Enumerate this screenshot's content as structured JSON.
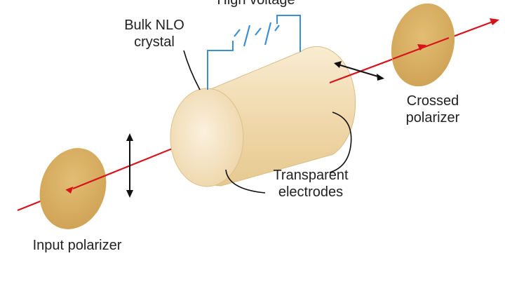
{
  "labels": {
    "high_voltage": "High voltage",
    "crystal": [
      "Bulk NLO",
      "crystal"
    ],
    "crossed_polarizer": [
      "Crossed",
      "polarizer"
    ],
    "electrodes": [
      "Transparent",
      "electrodes"
    ],
    "input_polarizer": "Input polarizer"
  },
  "colors": {
    "beam": "#d8121b",
    "polarizer": "#d7ae5f",
    "crystal_body": "#f3dfb8",
    "crystal_face": "#f7e6c8",
    "wire": "#3b8fd6",
    "ink": "#222222"
  },
  "icons": {
    "battery": "battery-symbol",
    "vertical_polarization": "double-arrow-vertical",
    "horizontal_polarization": "double-arrow-diagonal"
  }
}
